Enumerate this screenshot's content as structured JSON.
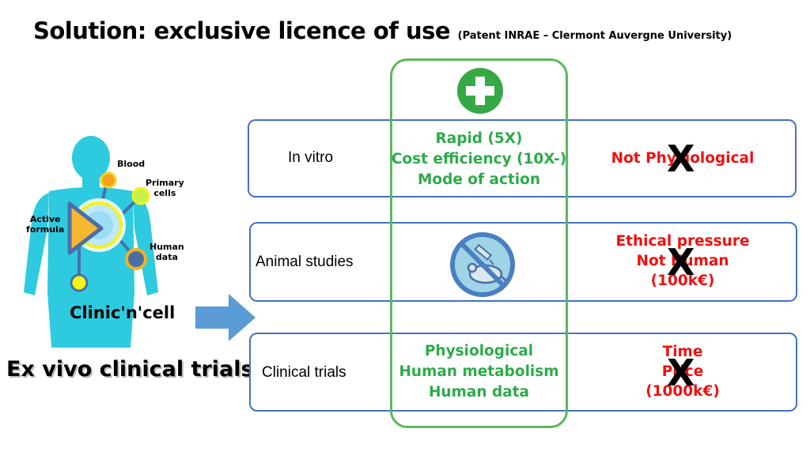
{
  "title": {
    "main": "Solution: exclusive licence of use",
    "sub": "(Patent INRAE – Clermont Auvergne University)"
  },
  "figure": {
    "brand": "Clinic'n'cell",
    "tagline": "Ex vivo clinical trials",
    "labels": {
      "blood": "Blood",
      "primary_cells": [
        "Primary",
        "cells"
      ],
      "active_formula": [
        "Active",
        "formula"
      ],
      "human_data": [
        "Human",
        "data"
      ]
    }
  },
  "rows": [
    {
      "label": "In vitro",
      "pros": [
        "Rapid (5X)",
        "Cost efficiency (10X-)",
        "Mode of action"
      ],
      "cons": [
        "Not Physiological"
      ]
    },
    {
      "label": "Animal studies",
      "pros_icon": "no-animal-testing-icon",
      "cons": [
        "Ethical pressure",
        "Not Human",
        "(100k€)"
      ]
    },
    {
      "label": "Clinical trials",
      "pros": [
        "Physiological",
        "Human metabolism",
        "Human data"
      ],
      "cons": [
        "Time",
        "Price",
        "(1000k€)"
      ]
    }
  ],
  "cross_mark": "X",
  "colors": {
    "box_border": "#4472c4",
    "green": "#2eaa4a",
    "red": "#ee1111",
    "cyan_body": "#2ecbe0",
    "arrow": "#5b9bd5"
  }
}
